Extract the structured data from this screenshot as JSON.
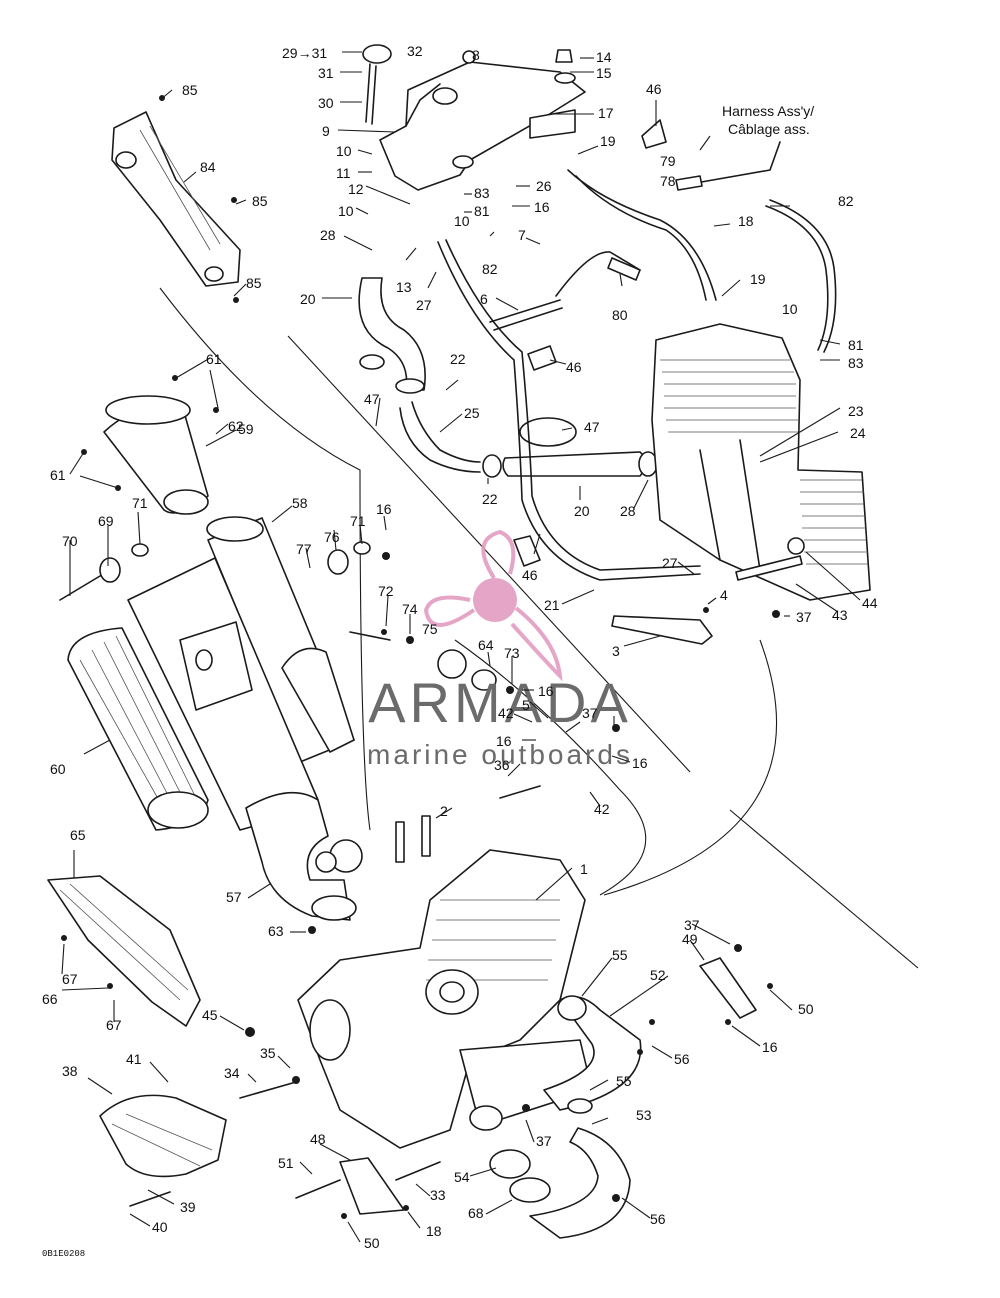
{
  "figure_code": "0B1E0208",
  "annotations": {
    "harness_line1": "Harness Ass'y/",
    "harness_line2": "Câblage ass.",
    "range_label": "29→31"
  },
  "watermark": {
    "brand": "ARMADA",
    "tagline": "marine outboards",
    "logo_color": "#e39cc1",
    "text_color": "#6b6b6b"
  },
  "callouts": [
    "1",
    "2",
    "3",
    "4",
    "5",
    "6",
    "7",
    "8",
    "9",
    "10",
    "11",
    "12",
    "13",
    "14",
    "15",
    "16",
    "17",
    "18",
    "19",
    "20",
    "21",
    "22",
    "23",
    "24",
    "25",
    "26",
    "27",
    "28",
    "29",
    "30",
    "31",
    "32",
    "33",
    "34",
    "35",
    "36",
    "37",
    "38",
    "39",
    "40",
    "41",
    "42",
    "43",
    "44",
    "45",
    "46",
    "47",
    "48",
    "49",
    "50",
    "51",
    "52",
    "53",
    "54",
    "55",
    "56",
    "57",
    "58",
    "59",
    "60",
    "61",
    "62",
    "63",
    "64",
    "65",
    "66",
    "67",
    "68",
    "69",
    "70",
    "71",
    "72",
    "73",
    "74",
    "75",
    "76",
    "77",
    "78",
    "79",
    "80",
    "81",
    "82",
    "83",
    "84",
    "85"
  ],
  "colors": {
    "line": "#1a1a1a",
    "background": "#ffffff"
  }
}
